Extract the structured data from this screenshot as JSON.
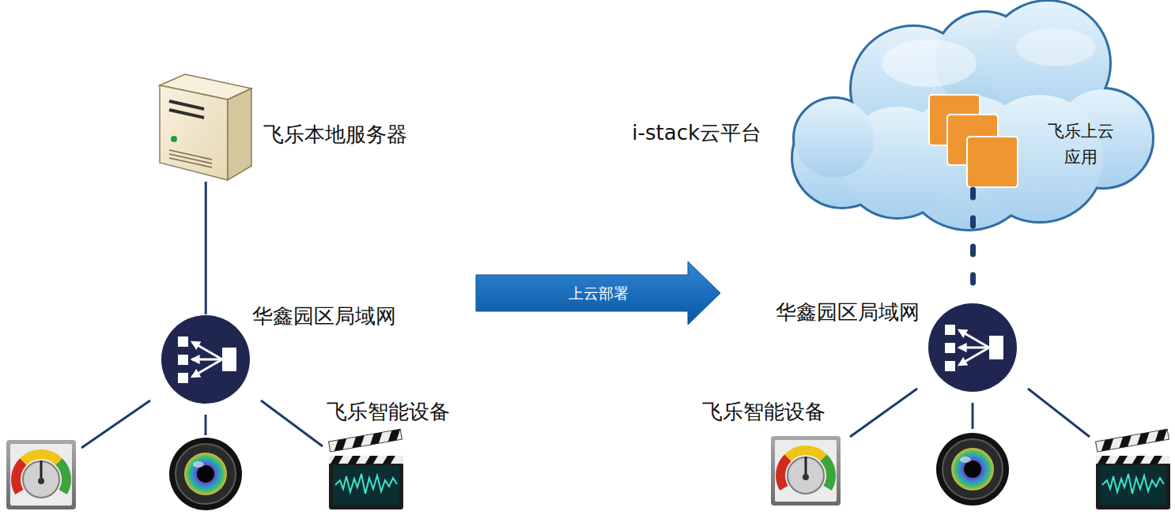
{
  "diagram": {
    "nodes": [
      {
        "text": [
          "飞乐本地服务器"
        ]
      },
      {
        "text": [
          "华鑫园区局域网"
        ]
      },
      {
        "text": [
          "上云部署"
        ]
      },
      {
        "text": [
          "i-stack云平台"
        ]
      },
      {
        "text": [
          "飞乐上云 应用"
        ],
        "in": 3
      },
      {
        "text": [
          "华鑫园区局域网"
        ]
      }
    ],
    "edges": [
      {
        "from": 0,
        "to": 1,
        "arrow": "none"
      },
      {
        "from": 4,
        "to": 5,
        "arrow": "none"
      }
    ],
    "labels": [
      "飞乐智能设备",
      "飞乐智能设备"
    ]
  }
}
